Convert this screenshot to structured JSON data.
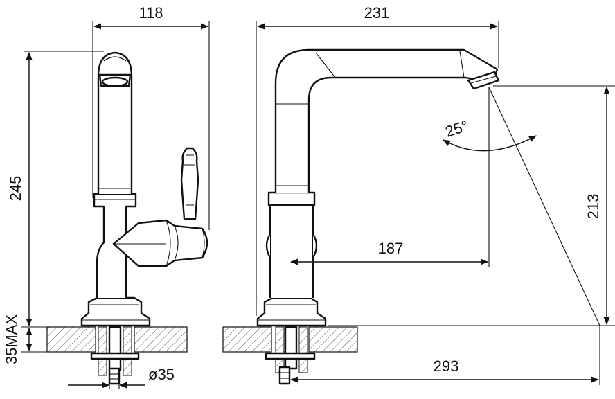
{
  "dimensions": {
    "side_width": "118",
    "front_width": "231",
    "total_height": "245",
    "spout_height": "213",
    "reach_inner": "187",
    "reach_total": "293",
    "hole_diameter": "ø35",
    "deck_thickness": "35MAX",
    "swivel_angle": "25°"
  },
  "colors": {
    "line": "#111111",
    "background": "#ffffff"
  }
}
